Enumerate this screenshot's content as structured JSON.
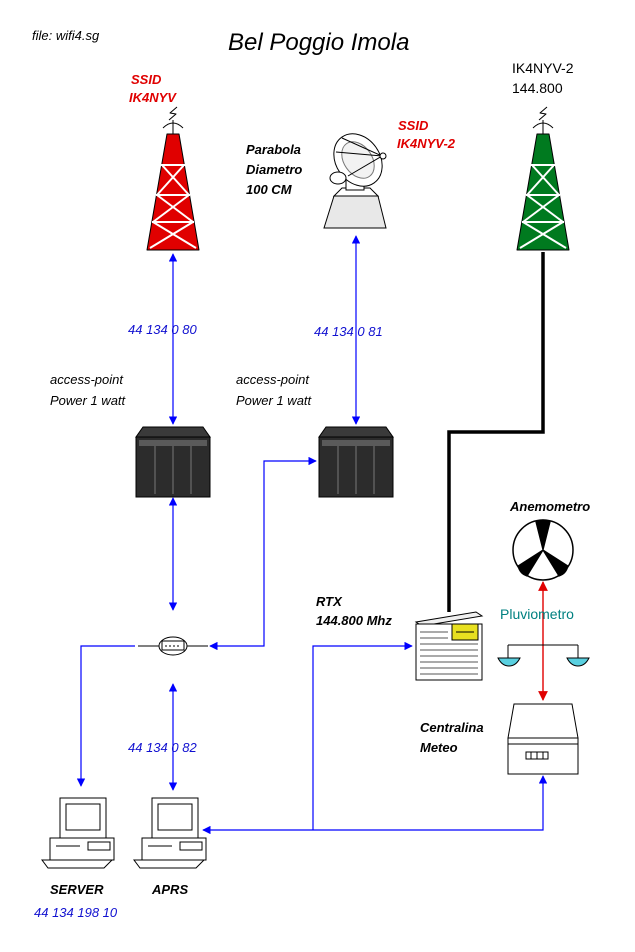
{
  "file_label": "file: wifi4.sg",
  "title": "Bel Poggio Imola",
  "tower_left": {
    "line1": "SSID",
    "line2": "IK4NYV"
  },
  "tower_right": {
    "line1": "IK4NYV-2",
    "line2": "144.800"
  },
  "dish": {
    "line1": "Parabola",
    "line2": "Diametro",
    "line3": "100 CM",
    "ssid1": "SSID",
    "ssid2": "IK4NYV-2"
  },
  "ip_ap1": "44 134 0 80",
  "ip_ap2": "44 134 0 81",
  "ap1": {
    "line1": "access-point",
    "line2": "Power 1 watt"
  },
  "ap2": {
    "line1": "access-point",
    "line2": "Power 1 watt"
  },
  "anemometer": "Anemometro",
  "rain_gauge": "Pluviometro",
  "rtx": {
    "line1": "RTX",
    "line2": "144.800 Mhz"
  },
  "station": {
    "line1": "Centralina",
    "line2": "Meteo"
  },
  "ip_aprs": "44 134 0 82",
  "server": {
    "label": "SERVER",
    "ip": "44 134 198 10"
  },
  "aprs_label": "APRS",
  "colors": {
    "link": "#0000ff",
    "coax": "#000000",
    "sensor": "#e00000",
    "tower_red": "#e00000",
    "tower_green": "#007a1f"
  }
}
